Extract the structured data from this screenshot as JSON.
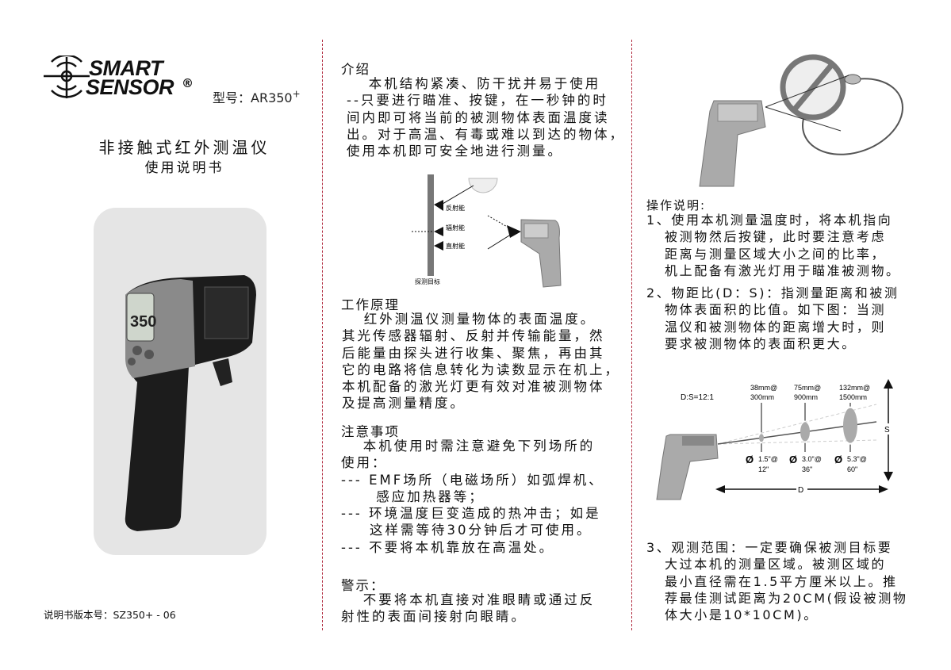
{
  "cover": {
    "brand_line1": "SMART",
    "brand_line2": "SENSOR",
    "registered": "®",
    "model_label": "型号：AR350",
    "model_sup": "+",
    "title": "非接触式红外测温仪",
    "subtitle": "使用说明书",
    "device_display": "350",
    "footer": "说明书版本号：SZ350+ - 06"
  },
  "intro": {
    "heading": "介绍",
    "lines": [
      "　 本机结构紧凑、防干扰并易于使用",
      "--只要进行瞄准、按键，在一秒钟的时",
      "间内即可将当前的被测物体表面温度读",
      "出。对于高温、有毒或难以到达的物体，",
      "使用本机即可安全地进行测量。"
    ],
    "diagram": {
      "reflected": "反射能",
      "radiated": "辐射能",
      "transmitted": "直射能",
      "target": "探测目标"
    }
  },
  "principle": {
    "heading": "工作原理",
    "lines": [
      "　 红外测温仪测量物体的表面温度。",
      "其光传感器辐射、反射并传输能量，然",
      "后能量由探头进行收集、聚焦，再由其",
      "它的电路将信息转化为读数显示在机上，",
      "本机配备的激光灯更有效对准被测物体",
      "及提高测量精度。"
    ]
  },
  "notes": {
    "heading": "注意事项",
    "lines": [
      "　 本机使用时需注意避免下列场所的",
      "使用：",
      "--- EMF场所（电磁场所）如弧焊机、",
      "　   感应加热器等；",
      "--- 环境温度巨变造成的热冲击；如是",
      "　  这样需等待30分钟后才可使用。",
      "--- 不要将本机靠放在高温处。"
    ]
  },
  "warning": {
    "heading": "警示：",
    "lines": [
      "　 不要将本机直接对准眼睛或通过反",
      "射性的表面间接射向眼睛。"
    ]
  },
  "operation": {
    "heading": "操作说明:",
    "item1": [
      "1、使用本机测量温度时，将本机指向",
      "   被测物然后按键，此时要注意考虑",
      "   距离与测量区域大小之间的比率，",
      "   机上配备有激光灯用于瞄准被测物。"
    ],
    "item2": [
      "2、物距比(D：S)：指测量距离和被测",
      "   物体表面积的比值。如下图：当测",
      "   温仪和被测物体的距离增大时，则",
      "   要求被测物体的表面积更大。"
    ],
    "item3": [
      "3、观测范围：一定要确保被测目标要",
      "   大过本机的测量区域。被测区域的",
      "   最小直径需在1.5平方厘米以上。推",
      "   荐最佳测试距离为20CM(假设被测物",
      "   体大小是10*10CM)。"
    ]
  },
  "ds_diagram": {
    "ratio": "D:S=12:1",
    "spots": [
      {
        "top1": "38mm@",
        "top2": "300mm",
        "bot1": "1.5\"@",
        "bot2": "12\""
      },
      {
        "top1": "75mm@",
        "top2": "900mm",
        "bot1": "3.0\"@",
        "bot2": "36\""
      },
      {
        "top1": "132mm@",
        "top2": "1500mm",
        "bot1": "5.3\"@",
        "bot2": "60\""
      }
    ],
    "diameter_symbol": "Ø",
    "s_label": "S",
    "d_label": "D"
  }
}
